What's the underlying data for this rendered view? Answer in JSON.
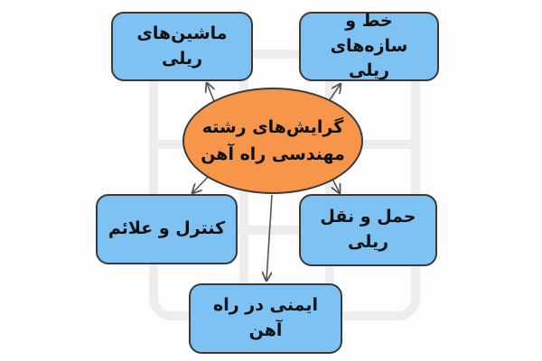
{
  "center": {
    "label": "گرایش‌های رشته\nمهندسی راه آهن"
  },
  "nodes": {
    "rail_machines": "ماشین‌های ریلی",
    "track_structures": "خط و سازه‌های\nریلی",
    "control_signals": "کنترل و علائم",
    "rail_transport": "حمل و نقل ریلی",
    "railway_safety": "ایمنی در راه آهن"
  },
  "colors": {
    "center_fill": "#f7954a",
    "node_fill": "#7ec1f3",
    "stroke": "#3a3a3a",
    "edge": "#555555"
  }
}
